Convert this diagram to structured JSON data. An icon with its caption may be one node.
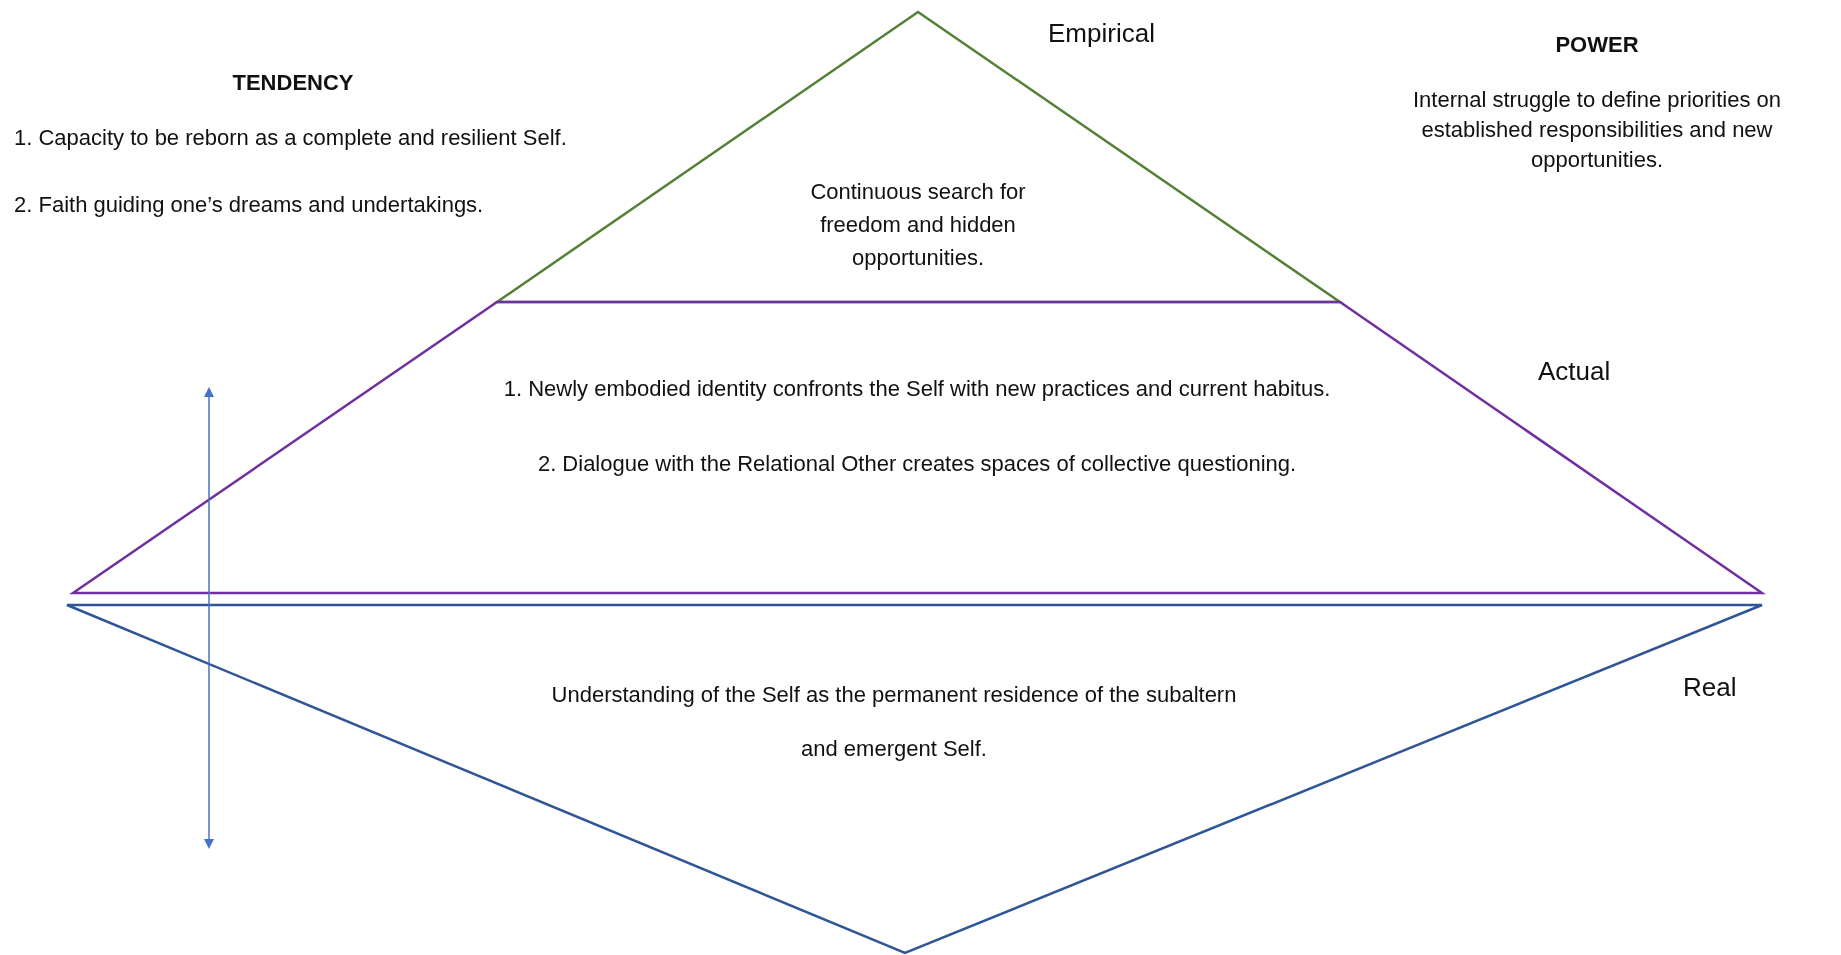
{
  "diagram": {
    "nodes": [
      {
        "text": [
          "Continuous search for freedom and hidden opportunities."
        ],
        "beside": [
          "Empirical"
        ]
      },
      {
        "text": [
          "1. Newly embodied identity confronts the Self with new practices and current habitus.",
          "2. Dialogue with the Relational Other creates spaces of collective questioning."
        ],
        "beside": [
          "Actual"
        ]
      },
      {
        "text": [
          "Understanding of the Self as the permanent residence of the subaltern",
          "and emergent Self."
        ],
        "beside": [
          "Real"
        ]
      }
    ],
    "edges": [],
    "labels": [
      "TENDENCY",
      "1. Capacity to be reborn as a complete and resilient Self.",
      "2. Faith guiding one’s dreams and undertakings.",
      "POWER",
      "Internal struggle to define priorities on established responsibilities and new opportunities."
    ]
  }
}
